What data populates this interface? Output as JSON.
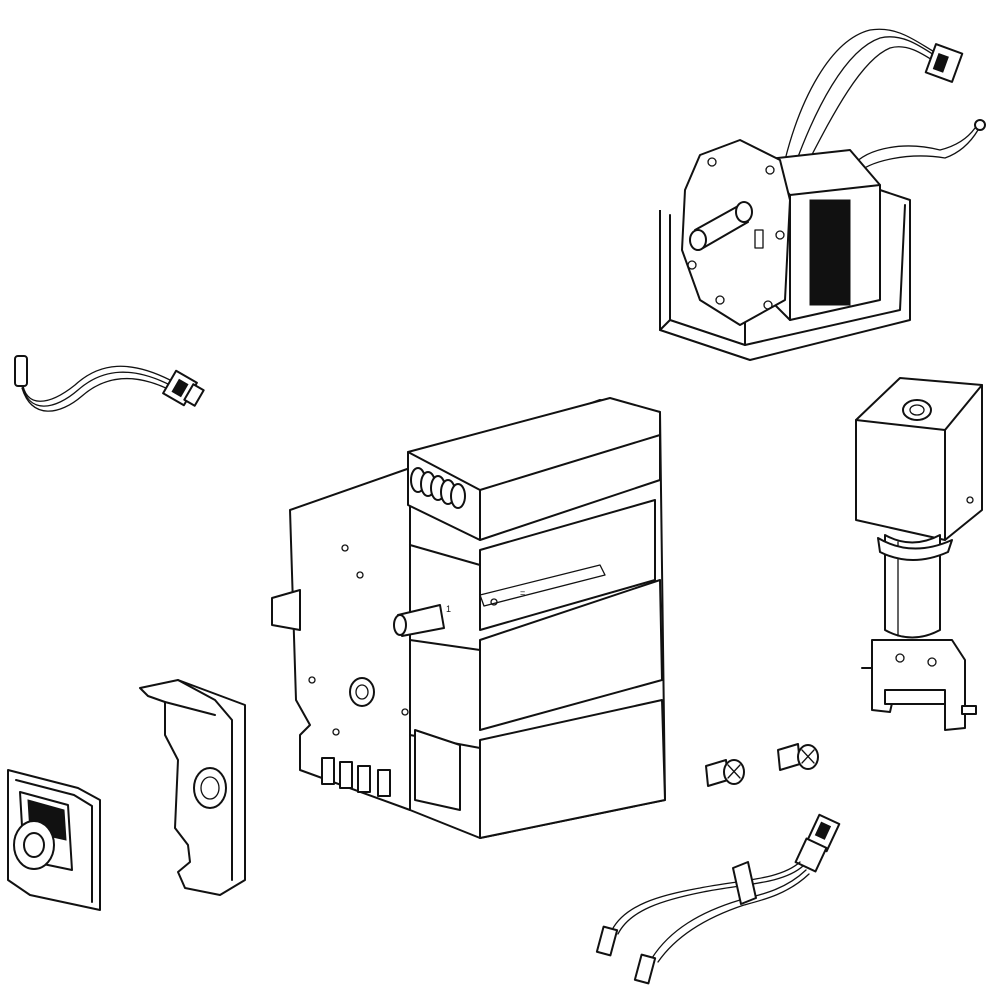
{
  "diagram": {
    "background": "#ffffff",
    "line_color": "#111111",
    "parts": [
      {
        "name": "timer-gear-motor-assembly",
        "icon": "gear-motor"
      },
      {
        "name": "solenoid-valve-actuator",
        "icon": "solenoid"
      },
      {
        "name": "short-wire-harness",
        "icon": "wire-harness"
      },
      {
        "name": "ice-maker-control-module",
        "icon": "control-module"
      },
      {
        "name": "mounting-screw-1",
        "icon": "screw"
      },
      {
        "name": "mounting-screw-2",
        "icon": "screw"
      },
      {
        "name": "split-wire-harness",
        "icon": "wire-harness"
      },
      {
        "name": "rubber-grommet-seal",
        "icon": "grommet"
      },
      {
        "name": "metal-bracket",
        "icon": "bracket"
      }
    ]
  }
}
